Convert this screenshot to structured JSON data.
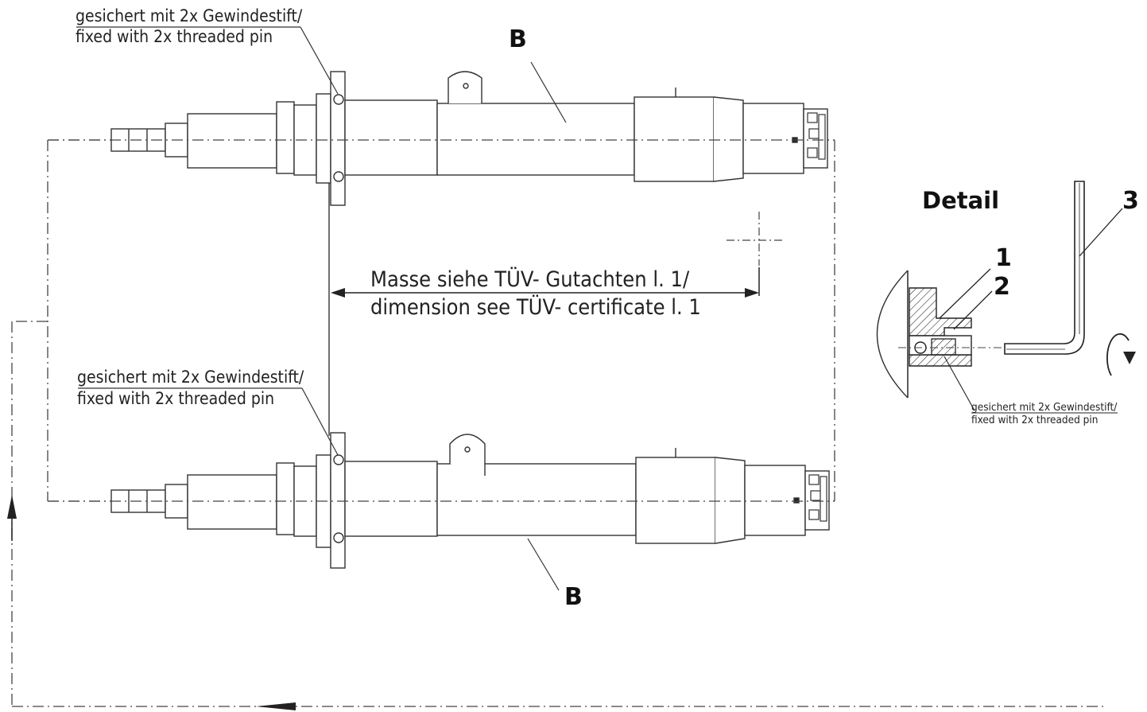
{
  "notes": {
    "top_line1": "gesichert mit 2x Gewindestift/",
    "top_line2": "fixed with 2x threaded pin",
    "mid_line1": "gesichert mit 2x Gewindestift/",
    "mid_line2": "fixed with 2x threaded pin",
    "detail_line1": "gesichert mit 2x Gewindestift/",
    "detail_line2": "fixed with 2x threaded pin"
  },
  "dimension": {
    "line1": "Masse siehe TÜV- Gutachten  l. 1/",
    "line2": "dimension see TÜV- certificate l. 1"
  },
  "labels": {
    "top_b": "B",
    "bottom_b": "B",
    "detail_title": "Detail",
    "detail_1": "1",
    "detail_2": "2",
    "detail_3": "3"
  }
}
